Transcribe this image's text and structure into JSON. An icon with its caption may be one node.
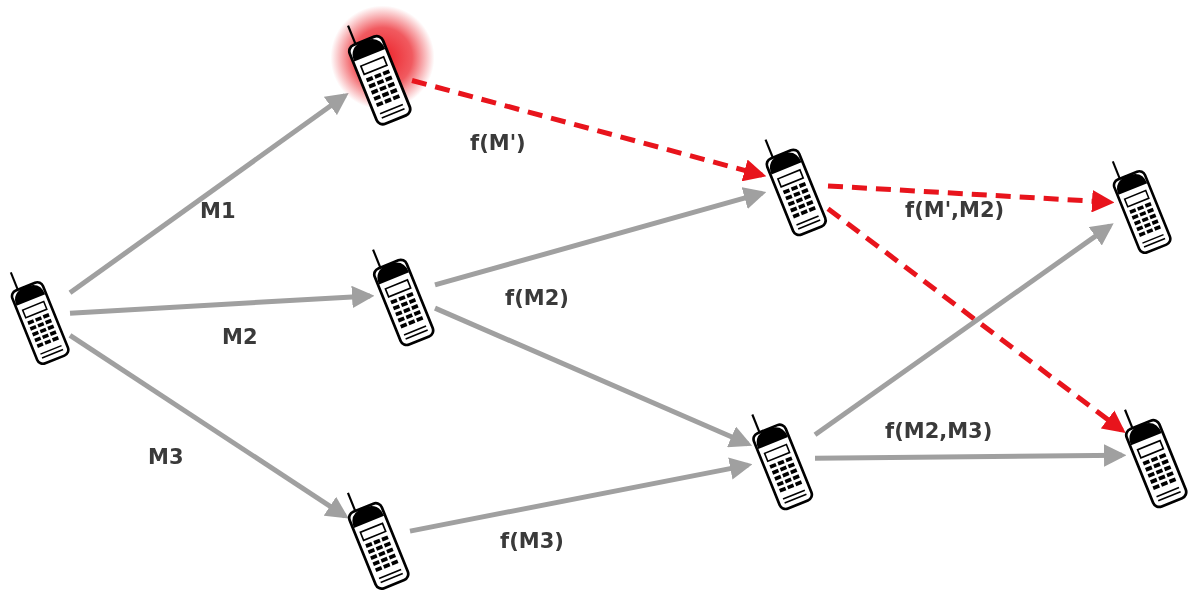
{
  "diagram": {
    "nodes": [
      {
        "text": [],
        "shape": "picture"
      },
      {
        "text": [],
        "shape": "picture"
      },
      {
        "text": [],
        "shape": "picture"
      },
      {
        "text": [],
        "shape": "picture"
      },
      {
        "text": [],
        "shape": "picture"
      },
      {
        "text": [],
        "shape": "picture"
      },
      {
        "text": [],
        "shape": "picture"
      },
      {
        "text": [],
        "shape": "picture"
      }
    ],
    "edges": [
      {
        "from": 0,
        "to": 1,
        "arrow": "to",
        "label": "M1"
      },
      {
        "from": 0,
        "to": 2,
        "arrow": "to",
        "label": "M2"
      },
      {
        "from": 0,
        "to": 3,
        "arrow": "to",
        "label": "M3"
      },
      {
        "from": 1,
        "to": 4,
        "arrow": "to",
        "label": "f(M')",
        "style": "dashed",
        "color": "#e8141c"
      },
      {
        "from": 2,
        "to": 4,
        "arrow": "to",
        "label": "f(M2)"
      },
      {
        "from": 2,
        "to": 5,
        "arrow": "to"
      },
      {
        "from": 3,
        "to": 5,
        "arrow": "to",
        "label": "f(M3)"
      },
      {
        "from": 4,
        "to": 6,
        "arrow": "to",
        "label": "f(M',M2)",
        "style": "dashed",
        "color": "#e8141c"
      },
      {
        "from": 4,
        "to": 7,
        "arrow": "to",
        "style": "dashed",
        "color": "#e8141c"
      },
      {
        "from": 5,
        "to": 6,
        "arrow": "to"
      },
      {
        "from": 5,
        "to": 7,
        "arrow": "to",
        "label": "f(M2,M3)"
      }
    ]
  }
}
